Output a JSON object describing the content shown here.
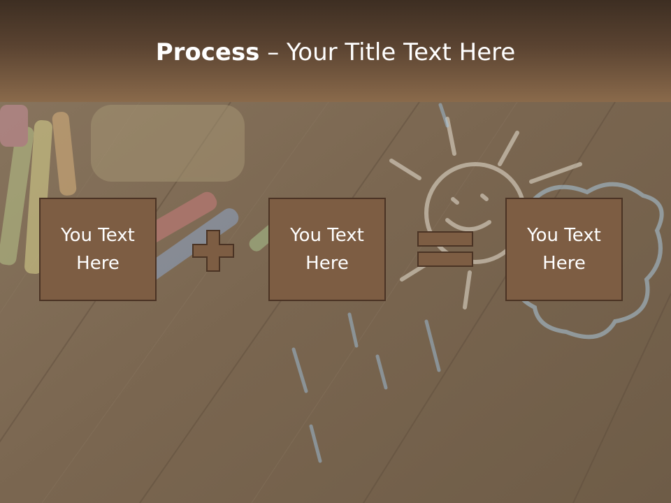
{
  "slide": {
    "title": {
      "bold": "Process",
      "rest": " – Your Title Text Here"
    },
    "boxes": [
      {
        "label": "You Text Here"
      },
      {
        "label": "You Text Here"
      },
      {
        "label": "You Text Here"
      }
    ],
    "operators": [
      "plus-icon",
      "equals-icon"
    ]
  },
  "colors": {
    "header_dark": "#3d2e22",
    "header_light": "#8a6a4b",
    "box_fill": "#7d5d43",
    "box_border": "#4a3324",
    "text": "#ffffff"
  }
}
